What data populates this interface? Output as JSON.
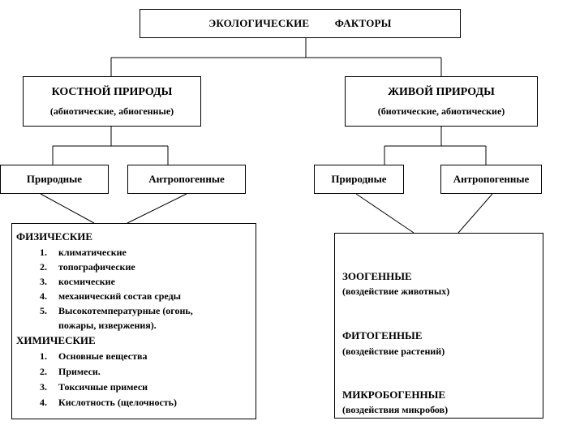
{
  "root": {
    "label_part1": "ЭКОЛОГИЧЕСКИЕ",
    "label_part2": "ФАКТОРЫ"
  },
  "left_branch": {
    "title": "КОСТНОЙ ПРИРОДЫ",
    "subtitle": "(абиотические, абиогенные)",
    "children": [
      "Природные",
      "Антропогенные"
    ]
  },
  "right_branch": {
    "title": "ЖИВОЙ ПРИРОДЫ",
    "subtitle": "(биотические, абиотические)",
    "children": [
      "Природные",
      "Антропогенные"
    ]
  },
  "left_panel": {
    "physical_heading": "ФИЗИЧЕСКИЕ",
    "physical_items": [
      {
        "num": "1.",
        "text": "климатические"
      },
      {
        "num": "2.",
        "text": "топографические"
      },
      {
        "num": "3.",
        "text": "космические"
      },
      {
        "num": "4.",
        "text": "механический состав  среды"
      },
      {
        "num": "5.",
        "text": "Высокотемпературные  (огонь,"
      },
      {
        "num": "",
        "text": "пожары, извержения)."
      }
    ],
    "chemical_heading": "ХИМИЧЕСКИЕ",
    "chemical_items": [
      {
        "num": "1.",
        "text": "Основные вещества"
      },
      {
        "num": "2.",
        "text": "Примеси."
      },
      {
        "num": "3.",
        "text": " Токсичные примеси"
      },
      {
        "num": "4.",
        "text": "Кислотность (щелочность)"
      }
    ]
  },
  "right_panel": {
    "groups": [
      {
        "heading": "ЗООГЕННЫЕ",
        "sub": "(воздействие животных)"
      },
      {
        "heading": "ФИТОГЕННЫЕ",
        "sub": "(воздействие растений)"
      },
      {
        "heading": "МИКРОБОГЕННЫЕ",
        "sub": "(воздействия микробов)"
      }
    ]
  }
}
